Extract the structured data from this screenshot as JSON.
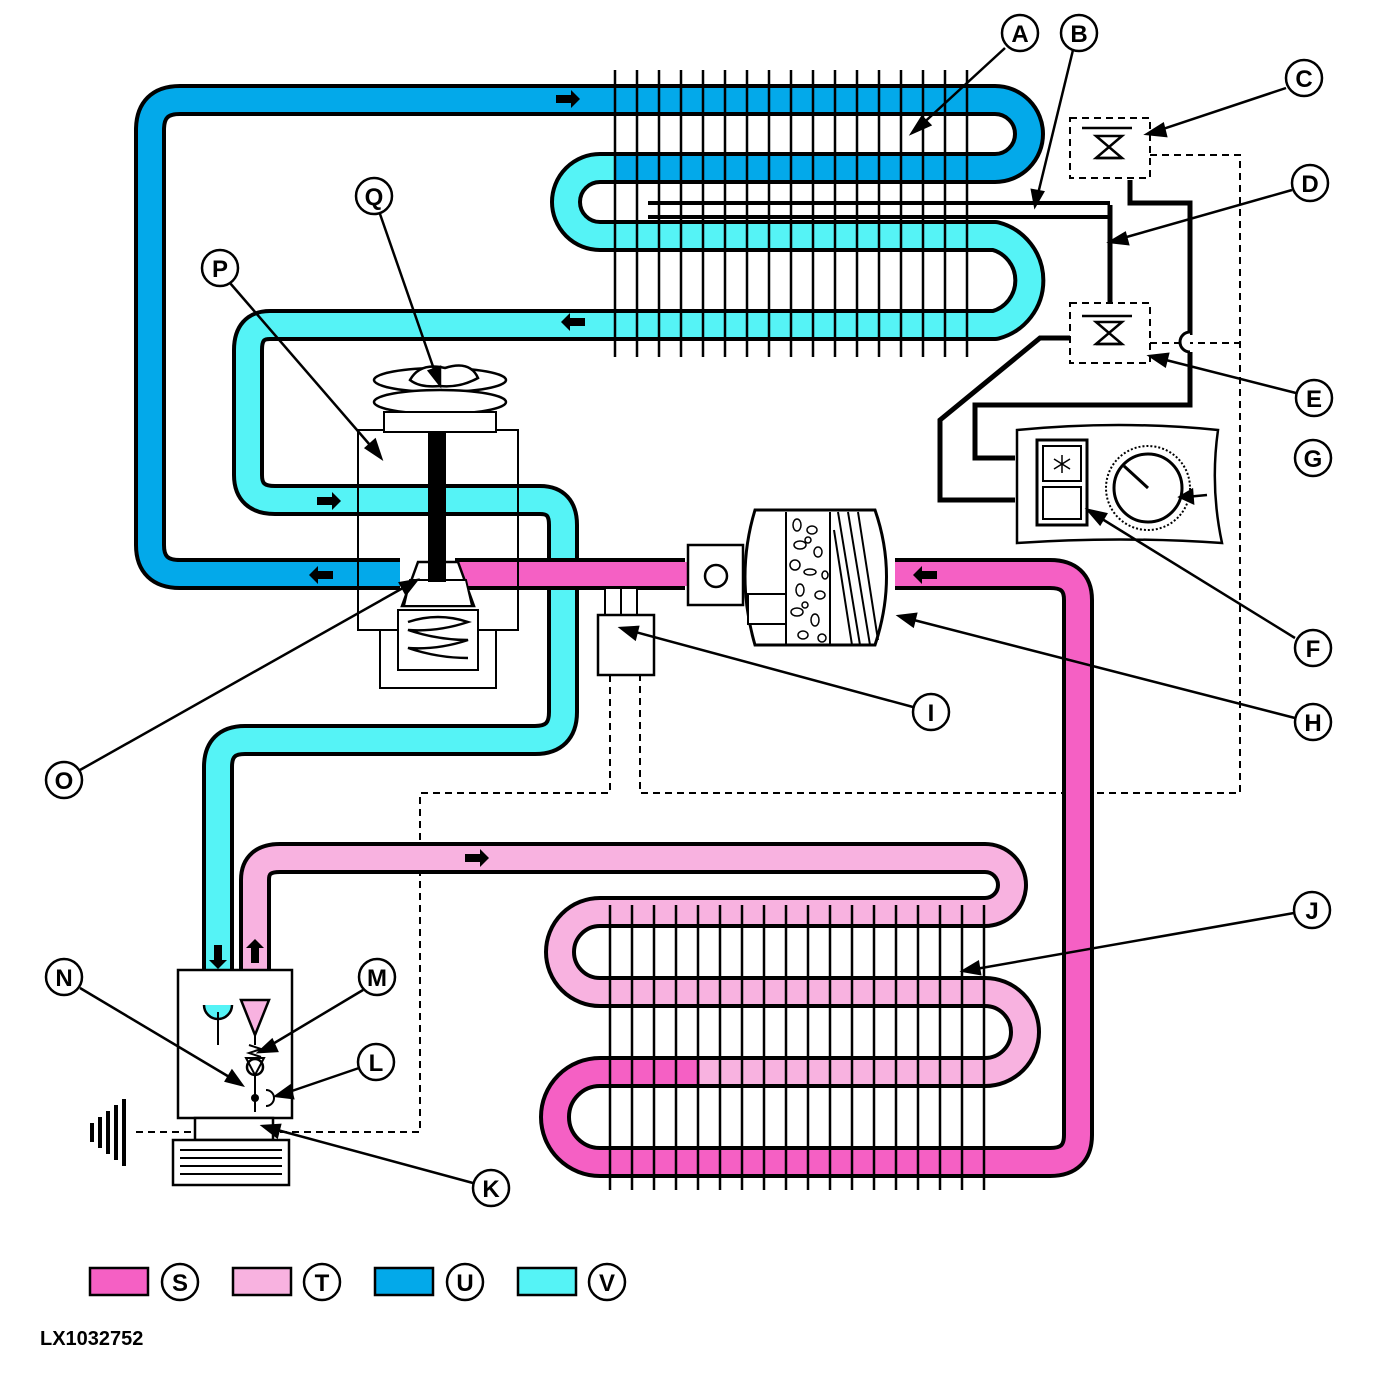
{
  "figure_code": "LX1032752",
  "colors": {
    "S": "#f560c4",
    "T": "#f8b2e0",
    "U": "#03a9ea",
    "V": "#55f3f6",
    "outline": "#000000"
  },
  "callouts": {
    "A": "A",
    "B": "B",
    "C": "C",
    "D": "D",
    "E": "E",
    "F": "F",
    "G": "G",
    "H": "H",
    "I": "I",
    "J": "J",
    "K": "K",
    "L": "L",
    "M": "M",
    "N": "N",
    "O": "O",
    "P": "P",
    "Q": "Q"
  },
  "legend": [
    {
      "label": "S",
      "color_key": "S"
    },
    {
      "label": "T",
      "color_key": "T"
    },
    {
      "label": "U",
      "color_key": "U"
    },
    {
      "label": "V",
      "color_key": "V"
    }
  ],
  "icons": {
    "thermostat_dial": "dial-icon",
    "snowflake": "snowflake-icon",
    "ground": "ground-icon"
  }
}
